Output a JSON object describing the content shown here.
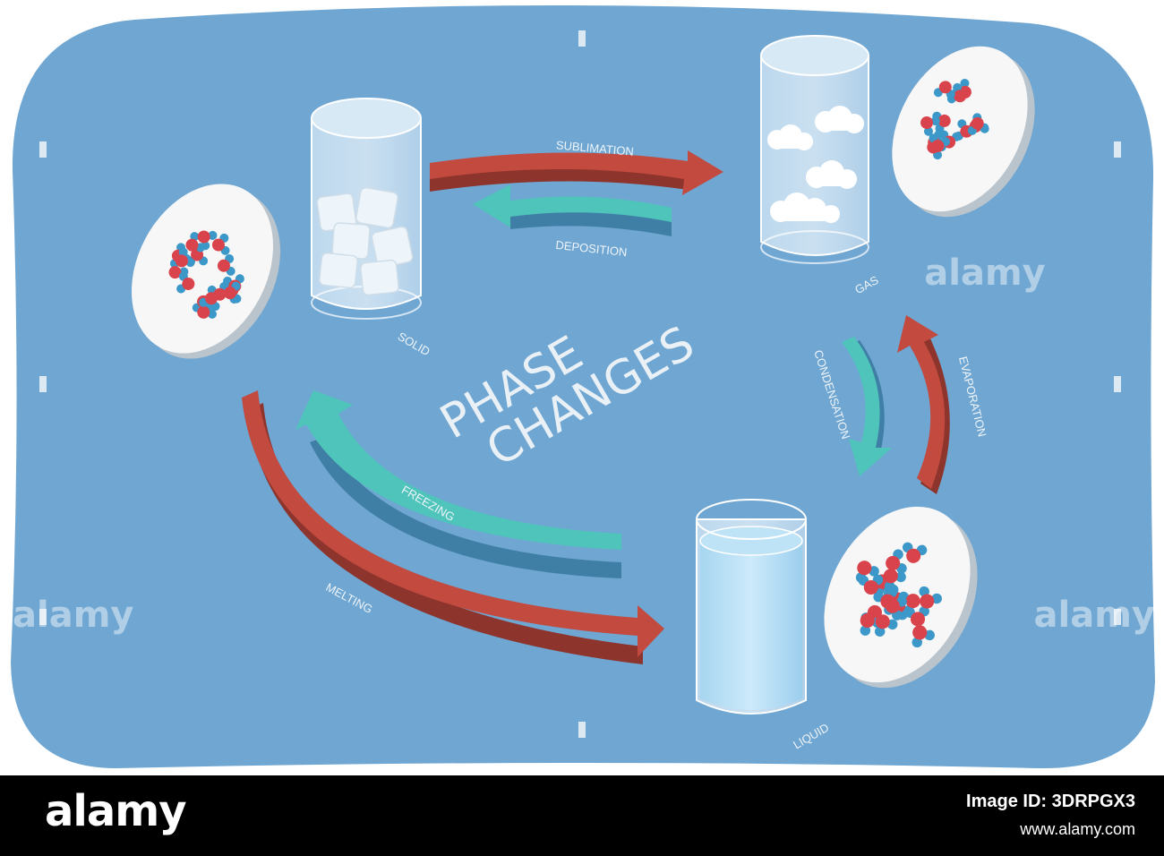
{
  "diagram": {
    "title_line1": "PHASE",
    "title_line2": "CHANGES",
    "states": {
      "solid": "SOLID",
      "gas": "GAS",
      "liquid": "LIQUID"
    },
    "transitions": {
      "sublimation": "SUBLIMATION",
      "deposition": "DEPOSITION",
      "condensation": "CONDENSATION",
      "evaporation": "EVAPORATION",
      "freezing": "FREEZING",
      "melting": "MELTING"
    },
    "watermarks": [
      "alamy",
      "alamy",
      "alamy"
    ],
    "colors": {
      "background": "#6fa6d2",
      "heat_arrow": "#c24a3f",
      "cool_arrow": "#4fc4bb",
      "molecule_red": "#d9434b",
      "molecule_blue": "#3c98c9"
    }
  },
  "footer": {
    "brand": "alamy",
    "image_id": "Image ID: 3DRPGX3",
    "url": "www.alamy.com"
  }
}
